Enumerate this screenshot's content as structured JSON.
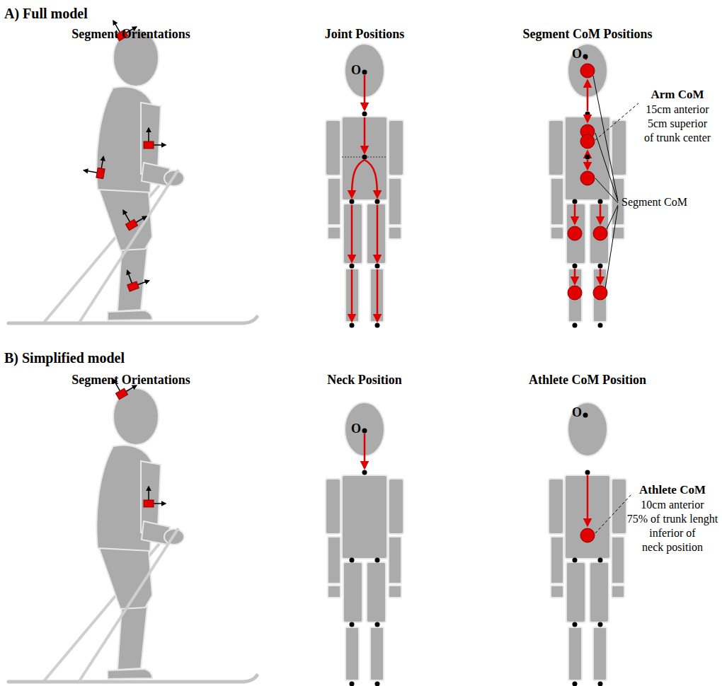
{
  "diagram": {
    "labels": [
      "A) Full model",
      "Segment Orientations",
      "Joint Positions",
      "Segment CoM Positions",
      "O",
      "O",
      "Arm CoM",
      "15cm anterior",
      "5cm superior",
      "of trunk center",
      "Segment CoM",
      "B) Simplified model",
      "Segment Orientations",
      "Neck Position",
      "Athlete CoM Position",
      "O",
      "O",
      "Athlete CoM",
      "10cm anterior",
      "75% of trunk lenght",
      "inferior of",
      "neck position"
    ]
  }
}
